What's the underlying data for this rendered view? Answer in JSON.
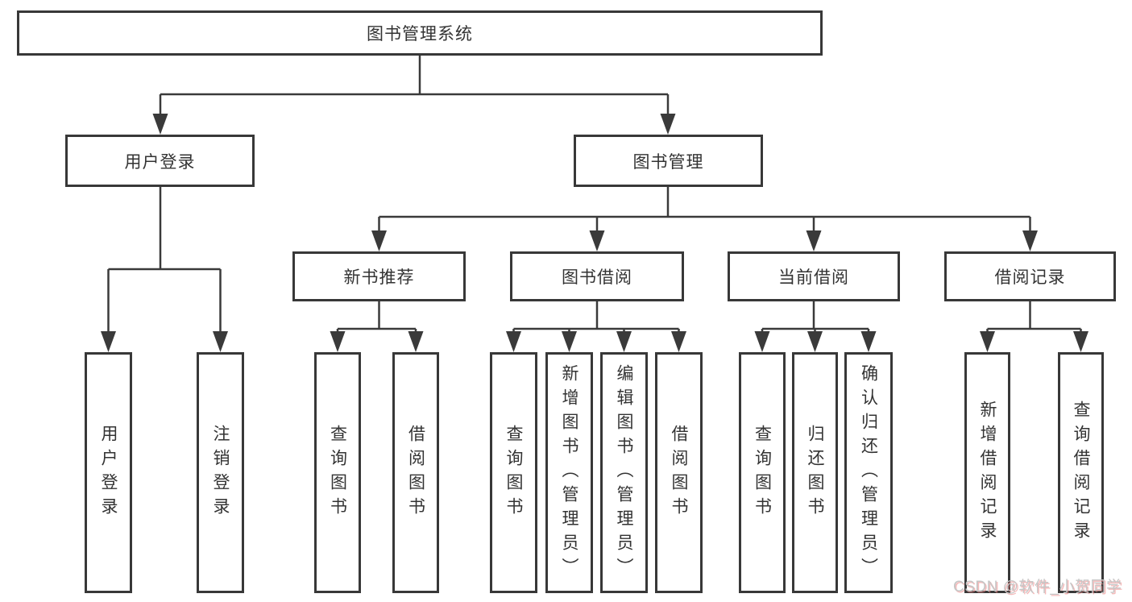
{
  "colors": {
    "line": "#3a3a3a",
    "box_border": "#383838",
    "text": "#333333",
    "watermark": "#c6c6c6",
    "watermark_accent": "#ec8282"
  },
  "tree": {
    "label": "图书管理系统",
    "children": [
      {
        "label": "用户登录",
        "children": [
          {
            "label": "用户登录"
          },
          {
            "label": "注销登录"
          }
        ]
      },
      {
        "label": "图书管理",
        "children": [
          {
            "label": "新书推荐",
            "children": [
              {
                "label": "查询图书"
              },
              {
                "label": "借阅图书"
              }
            ]
          },
          {
            "label": "图书借阅",
            "children": [
              {
                "label": "查询图书"
              },
              {
                "label": "新增图书（管理员）"
              },
              {
                "label": "编辑图书（管理员）"
              },
              {
                "label": "借阅图书"
              }
            ]
          },
          {
            "label": "当前借阅",
            "children": [
              {
                "label": "查询图书"
              },
              {
                "label": "归还图书"
              },
              {
                "label": "确认归还（管理员）"
              }
            ]
          },
          {
            "label": "借阅记录",
            "children": [
              {
                "label": "新增借阅记录"
              },
              {
                "label": "查询借阅记录"
              }
            ]
          }
        ]
      }
    ]
  },
  "watermark": {
    "text": "CSDN @软件_小贺同学"
  }
}
